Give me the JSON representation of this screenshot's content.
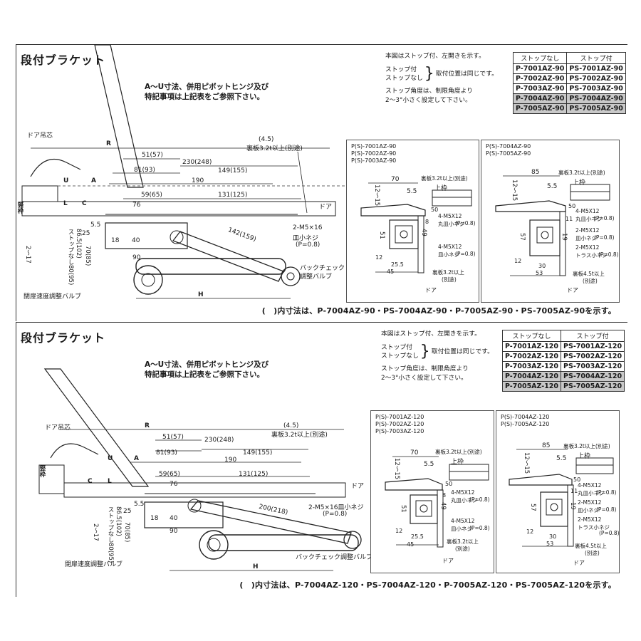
{
  "panel1": {
    "title": "段付ブラケット",
    "note_line1": "A～U寸法、併用ピボットヒンジ及び",
    "note_line2": "特記事項は上記表をご参照下さい。",
    "info_line1": "本図はストップ付、左開きを示す。",
    "info_stop_on": "ストップ付",
    "info_stop_off": "ストップなし",
    "info_mount": "取付位置は同じです。",
    "info_angle1": "ストップ角度は、制限角度より",
    "info_angle2": "2～3°小さく設定して下さい。",
    "table_head": [
      "ストップなし",
      "ストップ付"
    ],
    "table_rows": [
      [
        "P-7001AZ-90",
        "PS-7001AZ-90"
      ],
      [
        "P-7002AZ-90",
        "PS-7002AZ-90"
      ],
      [
        "P-7003AZ-90",
        "PS-7003AZ-90"
      ],
      [
        "P-7004AZ-90",
        "PS-7004AZ-90"
      ],
      [
        "P-7005AZ-90",
        "PS-7005AZ-90"
      ]
    ],
    "dims": {
      "door_pivot": "ドア吊芯",
      "R": "R",
      "A": "A",
      "U": "U",
      "L": "L",
      "C": "C",
      "d51": "51(57)",
      "d81": "81(93)",
      "d230": "230(248)",
      "d149": "149(155)",
      "d190": "190",
      "d59": "59(65)",
      "d131": "131(125)",
      "d76": "76",
      "d45": "(4.5)",
      "backplate": "裏板3.2t以上(別途)",
      "door": "ドア",
      "screw": "2-M5×16",
      "screw2": "皿小ネジ",
      "p08": "(P=0.8)",
      "arm": "142(159)",
      "d18": "18",
      "d40": "40",
      "d90": "90",
      "d25": "25",
      "d55": "5.5",
      "d865": "86.5(102)",
      "d80": "ストップなし80(95)",
      "d70": "70(85)",
      "d217": "2～17",
      "frame": "竪枠",
      "H": "H",
      "backcheck1": "バックチェック",
      "backcheck2": "調整バルブ",
      "speed_valve": "閉扉速度調整バルブ"
    },
    "box1": {
      "title": [
        "P(S)-7001AZ-90",
        "P(S)-7002AZ-90",
        "P(S)-7003AZ-90"
      ],
      "d70": "70",
      "d1215": "12～15",
      "d55": "5.5",
      "backplate": "裏板3.2t以上(別途)",
      "upper": "上枠",
      "screw1": "4-M5X12",
      "screw1b": "丸皿小ネジ",
      "p08": "(P=0.8)",
      "screw2": "4-M5X12",
      "screw2b": "皿小ネジ",
      "d50": "50",
      "d8": "8",
      "d51": "51",
      "d49": "49",
      "d255": "25.5",
      "d45": "45",
      "d12": "12",
      "backplate2": "裏板3.2t以上",
      "sep": "(別途)",
      "door": "ドア"
    },
    "box2": {
      "title": [
        "P(S)-7004AZ-90",
        "P(S)-7005AZ-90"
      ],
      "d85": "85",
      "d1215": "12～15",
      "d55": "5.5",
      "backplate": "裏板3.2t以上(別途)",
      "upper": "上枠",
      "screw1": "4-M5X12",
      "screw1b": "丸皿小ネジ",
      "p08": "(P=0.8)",
      "screw2": "2-M5X12",
      "screw2b": "皿小ネジ",
      "screw3": "2-M5X12",
      "screw3b": "トラス小ネジ",
      "d50": "50",
      "d11": "11",
      "d57": "57",
      "d19": "19",
      "d30": "30",
      "d53": "53",
      "d12": "12",
      "backplate2": "裏板4.5t以上",
      "sep": "(別途)",
      "door": "ドア"
    },
    "footer": "(　)内寸法は、P-7004AZ-90・PS-7004AZ-90・P-7005AZ-90・PS-7005AZ-90を示す。"
  },
  "panel2": {
    "title": "段付ブラケット",
    "note_line1": "A～U寸法、併用ピボットヒンジ及び",
    "note_line2": "特記事項は上記表をご参照下さい。",
    "info_line1": "本図はストップ付、左開きを示す。",
    "info_stop_on": "ストップ付",
    "info_stop_off": "ストップなし",
    "info_mount": "取付位置は同じです。",
    "info_angle1": "ストップ角度は、制限角度より",
    "info_angle2": "2～3°小さく設定して下さい。",
    "table_head": [
      "ストップなし",
      "ストップ付"
    ],
    "table_rows": [
      [
        "P-7001AZ-120",
        "PS-7001AZ-120"
      ],
      [
        "P-7002AZ-120",
        "PS-7002AZ-120"
      ],
      [
        "P-7003AZ-120",
        "PS-7003AZ-120"
      ],
      [
        "P-7004AZ-120",
        "PS-7004AZ-120"
      ],
      [
        "P-7005AZ-120",
        "PS-7005AZ-120"
      ]
    ],
    "dims": {
      "door_pivot": "ドア吊芯",
      "R": "R",
      "A": "A",
      "U": "U",
      "L": "L",
      "C": "C",
      "d51": "51(57)",
      "d81": "81(93)",
      "d230": "230(248)",
      "d149": "149(155)",
      "d190": "190",
      "d59": "59(65)",
      "d131": "131(125)",
      "d76": "76",
      "d45": "(4.5)",
      "backplate": "裏板3.2t以上(別途)",
      "door": "ドア",
      "screw": "2-M5×16皿小ネジ",
      "p08": "(P=0.8)",
      "arm": "200(218)",
      "d18": "18",
      "d40": "40",
      "d90": "90",
      "d25": "25",
      "d55": "5.5",
      "d865": "86.5(102)",
      "d80": "ストップなし80(95)",
      "d70": "70(85)",
      "d217": "2～17",
      "frame": "竪枠",
      "H": "H",
      "backcheck": "バックチェック調整バルブ",
      "speed_valve": "閉扉速度調整バルブ"
    },
    "box1": {
      "title": [
        "P(S)-7001AZ-120",
        "P(S)-7002AZ-120",
        "P(S)-7003AZ-120"
      ],
      "d70": "70",
      "d1215": "12～15",
      "d55": "5.5",
      "backplate": "裏板3.2t以上(別途)",
      "upper": "上枠",
      "screw1": "4-M5X12",
      "screw1b": "丸皿小ネジ",
      "p08": "(P=0.8)",
      "screw2": "4-M5X12",
      "screw2b": "皿小ネジ",
      "d50": "50",
      "d8": "8",
      "d51": "51",
      "d49": "49",
      "d255": "25.5",
      "d45": "45",
      "d12": "12",
      "backplate2": "裏板3.2t以上",
      "sep": "(別途)",
      "door": "ドア"
    },
    "box2": {
      "title": [
        "P(S)-7004AZ-120",
        "P(S)-7005AZ-120"
      ],
      "d85": "85",
      "d1215": "12～15",
      "d55": "5.5",
      "backplate": "裏板3.2t以上(別途)",
      "upper": "上枠",
      "screw1": "4-M5X12",
      "screw1b": "丸皿小ネジ",
      "p08": "(P=0.8)",
      "screw2": "2-M5X12",
      "screw2b": "皿小ネジ",
      "screw3": "2-M5X12",
      "screw3b": "トラス小ネジ",
      "d50": "50",
      "d11": "11",
      "d57": "57",
      "d19": "19",
      "d30": "30",
      "d53": "53",
      "d12": "12",
      "backplate2": "裏板4.5t以上",
      "sep": "(別途)",
      "door": "ドア"
    },
    "footer": "(　)内寸法は、P-7004AZ-120・PS-7004AZ-120・P-7005AZ-120・PS-7005AZ-120を示す。"
  }
}
